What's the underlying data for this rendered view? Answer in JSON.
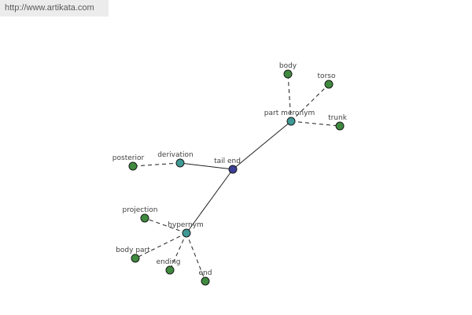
{
  "header": {
    "url": "http://www.artikata.com"
  },
  "colors": {
    "center_node": "#3c3f96",
    "relation_node": "#3f9a96",
    "leaf_node": "#3f8a3f",
    "edge": "#1f1f1f"
  },
  "graph": {
    "center": {
      "label": "tail end"
    },
    "relations": [
      {
        "label": "part meronym",
        "leaves": [
          "body",
          "torso",
          "trunk"
        ]
      },
      {
        "label": "derivation",
        "leaves": [
          "posterior"
        ]
      },
      {
        "label": "hypernym",
        "leaves": [
          "projection",
          "body part",
          "ending",
          "end"
        ]
      }
    ]
  }
}
